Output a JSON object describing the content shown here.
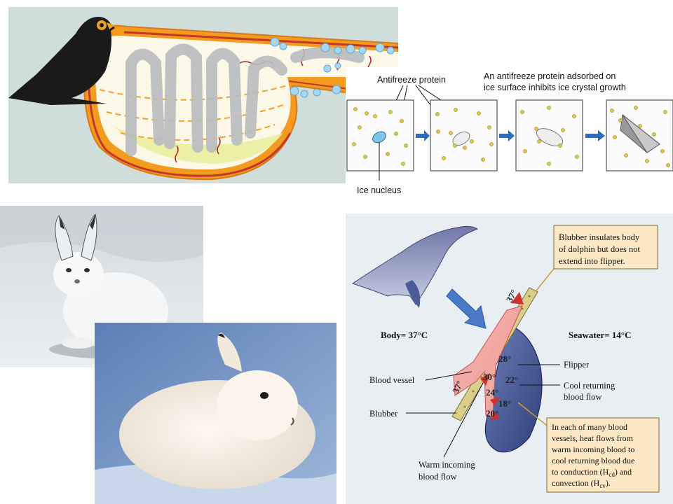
{
  "antifreeze": {
    "label_protein": "Antifreeze protein",
    "caption_line1": "An antifreeze protein adsorbed on",
    "caption_line2": "ice surface inhibits ice crystal growth",
    "label_nucleus": "Ice nucleus"
  },
  "dolphin": {
    "blubber_note": [
      "Blubber insulates body",
      "of dolphin but does not",
      "extend into flipper."
    ],
    "body_temp": "Body= 37°C",
    "seawater_temp": "Seawater= 14°C",
    "temps": [
      "37°",
      "28°",
      "30°",
      "22°",
      "24°",
      "18°",
      "20°",
      "37°"
    ],
    "label_flipper": "Flipper",
    "label_cool": [
      "Cool returning",
      "blood flow"
    ],
    "label_vessel": "Blood vessel",
    "label_blubber": "Blubber",
    "label_warm": [
      "Warm incoming",
      "blood flow"
    ],
    "heat_note_lines": [
      "In each of many blood",
      "vessels, heat flows from",
      "warm incoming blood to",
      "cool returning blood due"
    ],
    "heat_note_conduction": [
      "to conduction (H",
      "cd",
      ") and"
    ],
    "heat_note_convection": [
      "convection (H",
      "cv",
      ")."
    ]
  },
  "colors": {
    "bird_bg": "#cfdedb",
    "tube_orange": "#f39a1f",
    "vessel_red": "#c0392b",
    "arrow_blue": "#2c6cc0",
    "dot_yellow": "#d8c84a",
    "note_bg": "#fce8c4",
    "flipper_navy": "#4b5b96"
  }
}
